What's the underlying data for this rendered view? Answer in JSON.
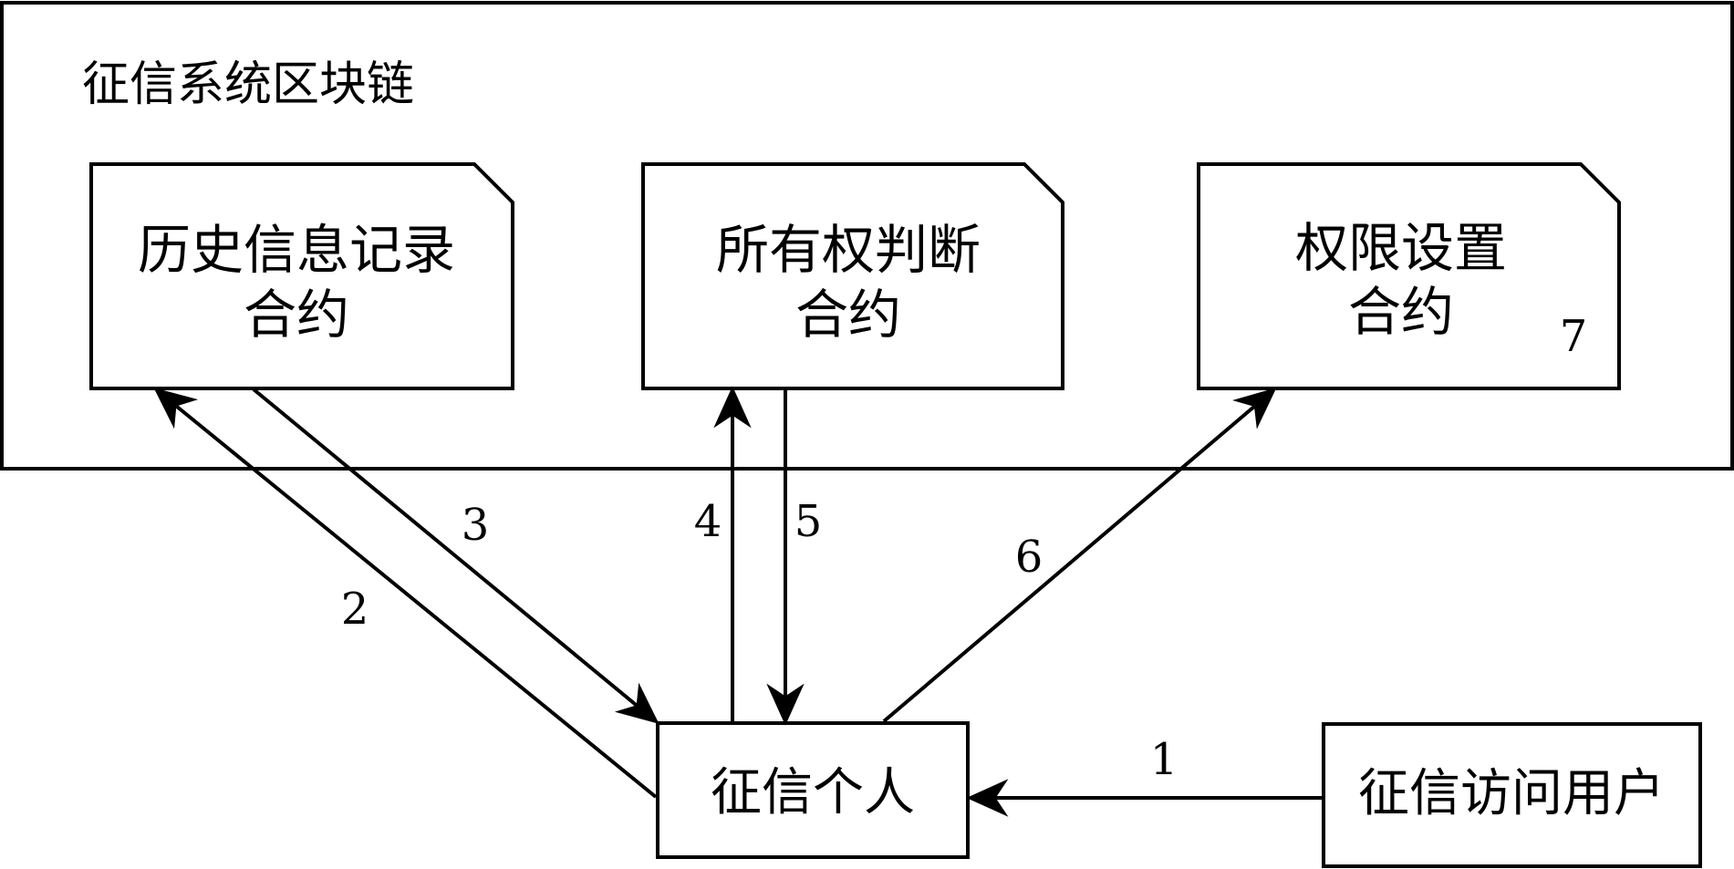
{
  "blockchain": {
    "title": "征信系统区块链"
  },
  "contracts": {
    "history": {
      "line1": "历史信息记录",
      "line2": "合约"
    },
    "ownership": {
      "line1": "所有权判断",
      "line2": "合约"
    },
    "permission": {
      "line1": "权限设置",
      "line2": "合约",
      "marker": "7"
    }
  },
  "actors": {
    "individual": "征信个人",
    "visitor": "征信访问用户"
  },
  "steps": {
    "s1": "1",
    "s2": "2",
    "s3": "3",
    "s4": "4",
    "s5": "5",
    "s6": "6"
  }
}
